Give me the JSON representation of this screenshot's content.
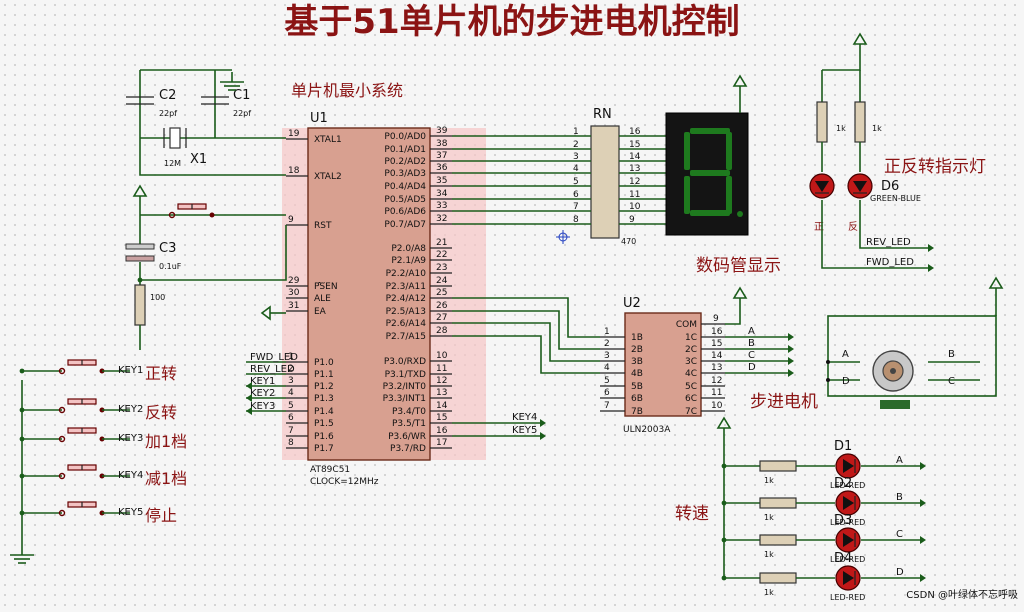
{
  "title": "基于51单片机的步进电机控制",
  "watermark": "CSDN @叶绿体不忘呼吸",
  "section_labels": {
    "mcu_system": "单片机最小系统",
    "seg_display": "数码管显示",
    "stepper": "步进电机",
    "dir_indicator": "正反转指示灯",
    "speed": "转速"
  },
  "mcu": {
    "ref": "U1",
    "part": "AT89C51",
    "clock": "CLOCK=12MHz",
    "left_pins": [
      {
        "num": "19",
        "name": "XTAL1"
      },
      {
        "num": "18",
        "name": "XTAL2"
      },
      {
        "num": "9",
        "name": "RST"
      },
      {
        "num": "29",
        "name": "PSEN"
      },
      {
        "num": "30",
        "name": "ALE"
      },
      {
        "num": "31",
        "name": "EA"
      },
      {
        "num": "1",
        "name": "P1.0"
      },
      {
        "num": "2",
        "name": "P1.1"
      },
      {
        "num": "3",
        "name": "P1.2"
      },
      {
        "num": "4",
        "name": "P1.3"
      },
      {
        "num": "5",
        "name": "P1.4"
      },
      {
        "num": "6",
        "name": "P1.5"
      },
      {
        "num": "7",
        "name": "P1.6"
      },
      {
        "num": "8",
        "name": "P1.7"
      }
    ],
    "right_pins": [
      {
        "num": "39",
        "name": "P0.0/AD0"
      },
      {
        "num": "38",
        "name": "P0.1/AD1"
      },
      {
        "num": "37",
        "name": "P0.2/AD2"
      },
      {
        "num": "36",
        "name": "P0.3/AD3"
      },
      {
        "num": "35",
        "name": "P0.4/AD4"
      },
      {
        "num": "34",
        "name": "P0.5/AD5"
      },
      {
        "num": "33",
        "name": "P0.6/AD6"
      },
      {
        "num": "32",
        "name": "P0.7/AD7"
      },
      {
        "num": "21",
        "name": "P2.0/A8"
      },
      {
        "num": "22",
        "name": "P2.1/A9"
      },
      {
        "num": "23",
        "name": "P2.2/A10"
      },
      {
        "num": "24",
        "name": "P2.3/A11"
      },
      {
        "num": "25",
        "name": "P2.4/A12"
      },
      {
        "num": "26",
        "name": "P2.5/A13"
      },
      {
        "num": "27",
        "name": "P2.6/A14"
      },
      {
        "num": "28",
        "name": "P2.7/A15"
      },
      {
        "num": "10",
        "name": "P3.0/RXD"
      },
      {
        "num": "11",
        "name": "P3.1/TXD"
      },
      {
        "num": "12",
        "name": "P3.2/INT0"
      },
      {
        "num": "13",
        "name": "P3.3/INT1"
      },
      {
        "num": "14",
        "name": "P3.4/T0"
      },
      {
        "num": "15",
        "name": "P3.5/T1"
      },
      {
        "num": "16",
        "name": "P3.6/WR"
      },
      {
        "num": "17",
        "name": "P3.7/RD"
      }
    ]
  },
  "p1_nets": [
    "FWD_LED",
    "REV_LED",
    "KEY1",
    "KEY2",
    "KEY3"
  ],
  "p3_nets": [
    "KEY4",
    "KEY5"
  ],
  "crystal": {
    "ref": "X1",
    "value": "12M"
  },
  "caps": [
    {
      "ref": "C2",
      "value": "22pf"
    },
    {
      "ref": "C1",
      "value": "22pf"
    },
    {
      "ref": "C3",
      "value": "0.1uF"
    }
  ],
  "reset_resistor": {
    "value": "100"
  },
  "keys": [
    {
      "net": "KEY1",
      "label": "正转"
    },
    {
      "net": "KEY2",
      "label": "反转"
    },
    {
      "net": "KEY3",
      "label": "加1档"
    },
    {
      "net": "KEY4",
      "label": "减1档"
    },
    {
      "net": "KEY5",
      "label": "停止"
    }
  ],
  "rn": {
    "ref": "RN",
    "value": "470",
    "left_pins": [
      "1",
      "2",
      "3",
      "4",
      "5",
      "6",
      "7",
      "8"
    ],
    "right_pins": [
      "16",
      "15",
      "14",
      "13",
      "12",
      "11",
      "10",
      "9"
    ]
  },
  "seg_digit": "8",
  "uln": {
    "ref": "U2",
    "part": "ULN2003A",
    "in_nums": [
      "1",
      "2",
      "3",
      "4",
      "5",
      "6",
      "7"
    ],
    "in_names": [
      "1B",
      "2B",
      "3B",
      "4B",
      "5B",
      "6B",
      "7B"
    ],
    "out_nums": [
      "16",
      "15",
      "14",
      "13",
      "12",
      "11",
      "10"
    ],
    "out_names": [
      "1C",
      "2C",
      "3C",
      "4C",
      "5C",
      "6C",
      "7C"
    ],
    "com_num": "9",
    "com_name": "COM",
    "phase_nets": [
      "A",
      "B",
      "C",
      "D"
    ]
  },
  "motor": {
    "terminals": [
      "A",
      "B",
      "D",
      "C"
    ]
  },
  "dir_leds": {
    "resistors": [
      "1k",
      "1k"
    ],
    "ref": "D6",
    "value": "GREEN-BLUE",
    "labels": [
      "正",
      "反"
    ],
    "nets": [
      "REV_LED",
      "FWD_LED"
    ]
  },
  "speed_leds": [
    {
      "ref": "D1",
      "res": "1k",
      "net": "A",
      "value": "LED-RED"
    },
    {
      "ref": "D2",
      "res": "1k",
      "net": "B",
      "value": "LED-RED"
    },
    {
      "ref": "D3",
      "res": "1k",
      "net": "C",
      "value": "LED-RED"
    },
    {
      "ref": "D4",
      "res": "1k",
      "net": "D",
      "value": "LED-RED"
    }
  ],
  "colors": {
    "wire": "#1a5c1a",
    "chip_fill": "#d8a090",
    "chip_pins_bg": "#f6c6c6",
    "title": "#8b1414",
    "seg_on": "#1e7a1e",
    "seg_bg": "#141414",
    "led_red": "#c01818",
    "rn_fill": "#ddd0b6"
  }
}
